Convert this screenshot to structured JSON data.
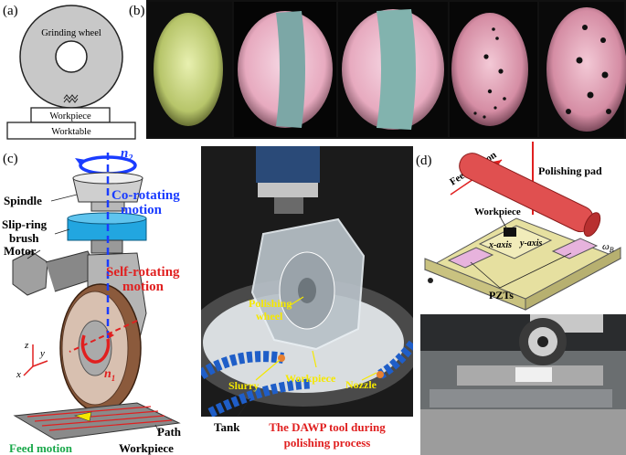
{
  "panel_a": {
    "label": "(a)",
    "grinding_wheel": "Grinding wheel",
    "workpiece": "Workpiece",
    "worktable": "Worktable"
  },
  "panel_b": {
    "label": "(b)"
  },
  "panel_c": {
    "label": "(c)",
    "n2": "n",
    "n2_sub": "2",
    "n1": "n",
    "n1_sub": "1",
    "spindle": "Spindle",
    "slip_ring_1": "Slip-ring",
    "slip_ring_2": "brush",
    "motor": "Motor",
    "co_rotating_1": "Co-rotating",
    "co_rotating_2": "motion",
    "self_rotating_1": "Self-rotating",
    "self_rotating_2": "motion",
    "axis_z": "z",
    "axis_y": "y",
    "axis_x": "x",
    "feed_motion": "Feed motion",
    "path": "Path",
    "workpiece": "Workpiece",
    "polishing_wheel_1": "Polishing",
    "polishing_wheel_2": "wheel",
    "slurry": "Slurry",
    "workpiece_photo": "Workpiece",
    "nozzle": "Nozzle",
    "tank": "Tank",
    "caption_1": "The DAWP tool during",
    "caption_2": "polishing process"
  },
  "panel_d": {
    "label": "(d)",
    "feed_motion": "Feed motion",
    "polishing_pad": "Polishing pad",
    "workpiece": "Workpiece",
    "x_axis": "x-axis",
    "y_axis": "y-axis",
    "omega": "ω",
    "omega_sub": "B",
    "pzts": "PZTs"
  },
  "colors": {
    "blue": "#1a3cff",
    "red": "#e02020",
    "green": "#19a84a",
    "yellow": "#f5e800",
    "cyan_part": "#22a6e0"
  }
}
